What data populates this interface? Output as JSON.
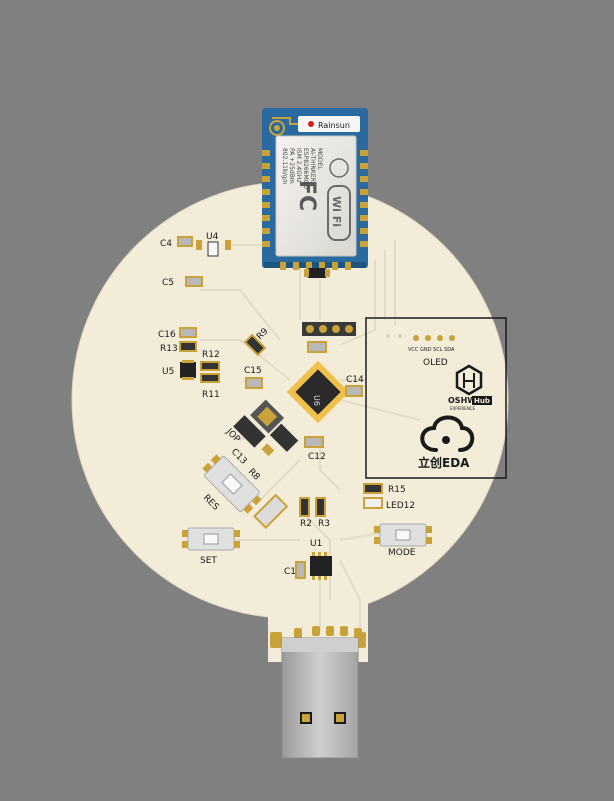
{
  "colors": {
    "background": "#808080",
    "board": "#f3ecd9",
    "pad_gold": "#c9a23a",
    "trace": "#e6dfcc",
    "module_blue": "#2a6a9e",
    "shield_silver": "#e8e6e0",
    "usb_metal": "#b9b9b9",
    "chip_black": "#222222",
    "silkscreen": "#1a1a1a"
  },
  "module": {
    "brand": "Rainsun",
    "fcc": "FC",
    "model_lines": [
      "MODEL",
      "AI-THINKER",
      "ESP8266MOD",
      "ISM 2.4GHz",
      "PA +25dBm",
      "802.11b/g/n"
    ],
    "wifi": "Wi Fi"
  },
  "oled": {
    "title": "OLED",
    "pins": "VCC GND SCL SDA",
    "brand_top": "OSHW",
    "brand_hub": "Hub",
    "brand_sub": "EXPERIENCE",
    "logo_text": "立创EDA"
  },
  "labels": {
    "u4": "U4",
    "c4": "C4",
    "c5": "C5",
    "c16": "C16",
    "r13": "R13",
    "r12": "R12",
    "u5": "U5",
    "r11": "R11",
    "r9": "R9",
    "c15": "C15",
    "c14": "C14",
    "u6": "U6",
    "c12": "C12",
    "jp": "JOP",
    "c13": "C13",
    "r8": "R8",
    "res": "RES",
    "r15": "R15",
    "led12": "LED12",
    "r2": "R2",
    "r3": "R3",
    "mode": "MODE",
    "set": "SET",
    "u1": "U1",
    "c1": "C1"
  }
}
